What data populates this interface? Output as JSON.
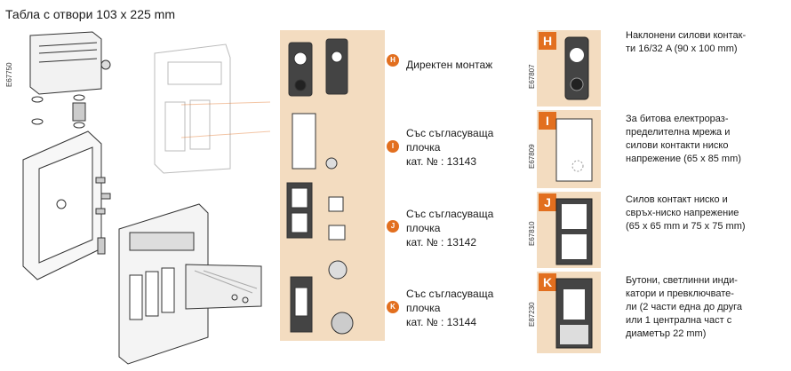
{
  "title": "Табла с отвори 103 x 225 mm",
  "left_code": "E67750",
  "middle_items": [
    {
      "badge": "H",
      "lines": [
        "Директен монтаж"
      ]
    },
    {
      "badge": "I",
      "lines": [
        "Със съгласуваща",
        "плочка",
        "кат. №  : 13143"
      ]
    },
    {
      "badge": "J",
      "lines": [
        "Със съгласуваща",
        "плочка",
        "кат. №  : 13142"
      ]
    },
    {
      "badge": "K",
      "lines": [
        "Със съгласуваща",
        "плочка",
        "кат. №  : 13144"
      ]
    }
  ],
  "right_items": [
    {
      "badge": "H",
      "code": "E67807",
      "lines": [
        "Наклонени силови контак-",
        "ти  16/32 A (90 x 100 mm)"
      ]
    },
    {
      "badge": "I",
      "code": "E67809",
      "lines": [
        "За битова електрораз-",
        "пределителна мрежа и",
        "силови контакти ниско",
        "напрежение (65 x 85 mm)"
      ]
    },
    {
      "badge": "J",
      "code": "E67810",
      "lines": [
        "Силов контакт ниско и",
        "свръх-ниско напрежение",
        "(65 x 65 mm и 75 x 75 mm)"
      ]
    },
    {
      "badge": "K",
      "code": "E87230",
      "lines": [
        "Бутони, светлинни инди-",
        "катори и превключвате-",
        "ли (2 части една до друга",
        "или 1 централна част с",
        "диаметър 22 mm)"
      ]
    }
  ],
  "colors": {
    "accent": "#e26f1f",
    "panel": "#f3dcc0"
  }
}
